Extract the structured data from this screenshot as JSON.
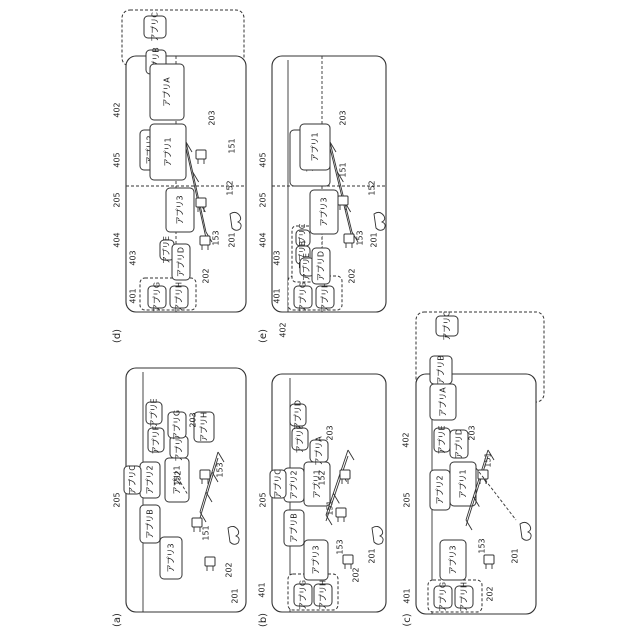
{
  "figure": {
    "panels": [
      {
        "id": "a",
        "label": "(a)",
        "apps": [
          "アプリ1",
          "アプリ2",
          "アプリ3",
          "アプリA",
          "アプリB",
          "アプリC",
          "アプリD",
          "アプリE",
          "アプリF",
          "アプリG",
          "アプリH"
        ],
        "refs": [
          "201",
          "202",
          "203",
          "205",
          "151",
          "152",
          "153"
        ]
      },
      {
        "id": "b",
        "label": "(b)",
        "apps": [
          "アプリ1",
          "アプリ2",
          "アプリ3",
          "アプリA",
          "アプリB",
          "アプリC",
          "アプリD",
          "アプリE",
          "アプリG",
          "アプリH"
        ],
        "refs": [
          "201",
          "202",
          "203",
          "205",
          "401",
          "151",
          "152",
          "153"
        ]
      },
      {
        "id": "c",
        "label": "(c)",
        "apps": [
          "アプリ1",
          "アプリ2",
          "アプリ3",
          "アプリA",
          "アプリB",
          "アプリC",
          "アプリD",
          "アプリE",
          "アプリG",
          "アプリH"
        ],
        "refs": [
          "201",
          "202",
          "203",
          "205",
          "401",
          "402",
          "151",
          "153"
        ]
      },
      {
        "id": "d",
        "label": "(d)",
        "apps": [
          "アプリ1",
          "アプリ2",
          "アプリ3",
          "アプリA",
          "アプリB",
          "アプリC",
          "アプリD",
          "アプリE",
          "アプリG",
          "アプリH"
        ],
        "refs": [
          "201",
          "202",
          "203",
          "205",
          "401",
          "402",
          "403",
          "404",
          "405",
          "151",
          "152",
          "153"
        ]
      },
      {
        "id": "e",
        "label": "(e)",
        "apps": [
          "アプリ1",
          "アプリ2",
          "アプリ3",
          "アプリB",
          "アプリC",
          "アプリD",
          "アプリE",
          "アプリG",
          "アプリH"
        ],
        "refs": [
          "201",
          "202",
          "203",
          "205",
          "401",
          "402",
          "403",
          "404",
          "405",
          "151",
          "152",
          "153"
        ]
      }
    ]
  }
}
